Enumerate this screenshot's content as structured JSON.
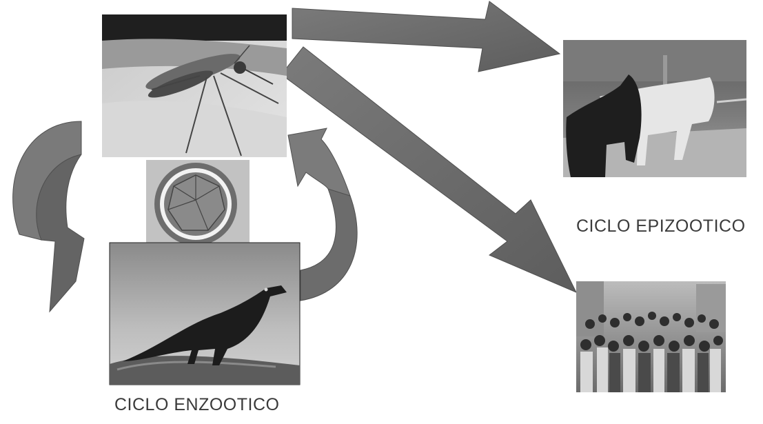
{
  "diagram": {
    "labels": {
      "enzootic_cycle": "CICLO ENZOOTICO",
      "epizootic_cycle": "CICLO EPIZOOTICO"
    },
    "nodes": [
      {
        "id": "mosquito",
        "depicts": "mosquito photograph"
      },
      {
        "id": "virus",
        "depicts": "virus particle illustration"
      },
      {
        "id": "bird",
        "depicts": "crow photograph"
      },
      {
        "id": "horses",
        "depicts": "two horses photograph"
      },
      {
        "id": "people",
        "depicts": "crowd of people photograph"
      }
    ],
    "arrows": [
      {
        "from": "mosquito",
        "to": "bird"
      },
      {
        "from": "bird",
        "to": "mosquito"
      },
      {
        "from": "mosquito",
        "to": "horses"
      },
      {
        "from": "mosquito",
        "to": "people"
      }
    ],
    "colors": {
      "arrow": "#6f6f6f",
      "text": "#3a3a3a",
      "background": "#ffffff"
    }
  }
}
